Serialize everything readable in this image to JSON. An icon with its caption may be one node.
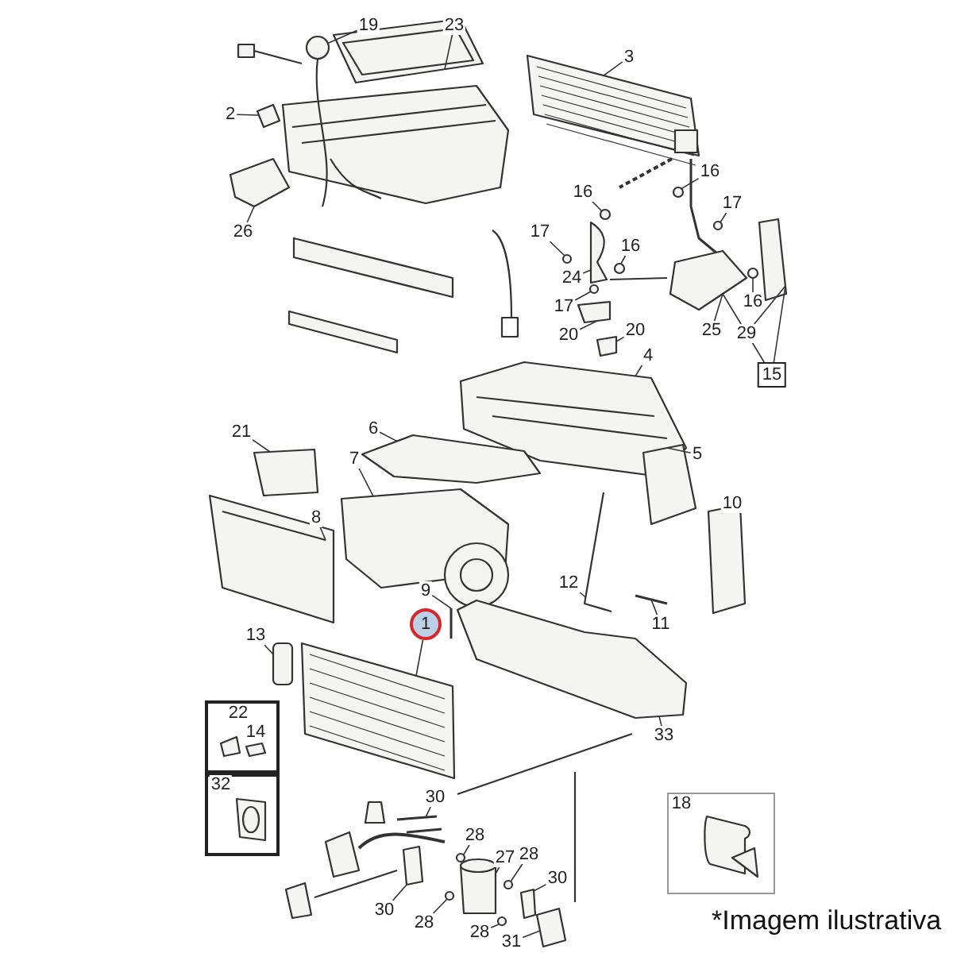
{
  "diagram": {
    "nodes": [
      {
        "text": [
          "19"
        ]
      },
      {
        "text": [
          "23"
        ]
      },
      {
        "text": [
          "3"
        ]
      },
      {
        "text": [
          "2"
        ]
      },
      {
        "text": [
          "16"
        ]
      },
      {
        "text": [
          "26"
        ]
      },
      {
        "text": [
          "16"
        ]
      },
      {
        "text": [
          "17"
        ]
      },
      {
        "text": [
          "17"
        ]
      },
      {
        "text": [
          "16"
        ]
      },
      {
        "text": [
          "24"
        ]
      },
      {
        "text": [
          "16"
        ]
      },
      {
        "text": [
          "17"
        ]
      },
      {
        "text": [
          "25"
        ]
      },
      {
        "text": [
          "20"
        ]
      },
      {
        "text": [
          "20"
        ]
      },
      {
        "text": [
          "29"
        ]
      },
      {
        "text": [
          "4"
        ]
      },
      {
        "text": [
          "15"
        ]
      },
      {
        "text": [
          "21"
        ]
      },
      {
        "text": [
          "6"
        ]
      },
      {
        "text": [
          "7"
        ]
      },
      {
        "text": [
          "5"
        ]
      },
      {
        "text": [
          "10"
        ]
      },
      {
        "text": [
          "8"
        ]
      },
      {
        "text": [
          "12"
        ]
      },
      {
        "text": [
          "9"
        ]
      },
      {
        "text": [
          "1"
        ]
      },
      {
        "text": [
          "11"
        ]
      },
      {
        "text": [
          "13"
        ]
      },
      {
        "text": [],
        "shape": "box"
      },
      {
        "text": [
          "22"
        ],
        "in": 30
      },
      {
        "text": [
          "14"
        ],
        "in": 30
      },
      {
        "text": [
          "33"
        ]
      },
      {
        "text": [],
        "shape": "box"
      },
      {
        "text": [
          "32"
        ],
        "in": 34
      },
      {
        "text": [],
        "shape": "box"
      },
      {
        "text": [
          "18"
        ],
        "in": 36
      },
      {
        "text": [
          "30"
        ]
      },
      {
        "text": [
          "28"
        ]
      },
      {
        "text": [
          "27"
        ]
      },
      {
        "text": [
          "28"
        ]
      },
      {
        "text": [
          "30"
        ]
      },
      {
        "text": [
          "30"
        ]
      },
      {
        "text": [
          "28"
        ]
      },
      {
        "text": [
          "28"
        ]
      },
      {
        "text": [
          "31"
        ]
      },
      {
        "text": [],
        "shape": "circle"
      },
      {
        "text": [],
        "shape": "picture"
      },
      {
        "text": [],
        "shape": "picture"
      },
      {
        "text": [],
        "shape": "box"
      },
      {
        "text": [],
        "shape": "picture"
      },
      {
        "text": [],
        "shape": "picture"
      },
      {
        "text": [],
        "shape": "picture"
      },
      {
        "text": [],
        "shape": "box"
      },
      {
        "text": [],
        "shape": "picture"
      },
      {
        "text": [],
        "shape": "circle"
      },
      {
        "text": [],
        "shape": "circle"
      },
      {
        "text": [],
        "shape": "circle"
      },
      {
        "text": [],
        "shape": "picture"
      },
      {
        "text": [],
        "shape": "box"
      },
      {
        "text": [],
        "shape": "circle"
      },
      {
        "text": [],
        "shape": "circle"
      },
      {
        "text": [],
        "shape": "circle"
      },
      {
        "text": [],
        "shape": "box"
      },
      {
        "text": [],
        "shape": "box"
      },
      {
        "text": [],
        "shape": "circle"
      },
      {
        "text": [],
        "shape": "picture"
      },
      {
        "text": [],
        "shape": "bar"
      },
      {
        "text": [],
        "shape": "picture"
      },
      {
        "text": [],
        "shape": "box"
      },
      {
        "text": [],
        "shape": "box"
      },
      {
        "text": [],
        "shape": "bar"
      },
      {
        "text": [],
        "shape": "picture"
      },
      {
        "text": [],
        "shape": "box"
      },
      {
        "text": [],
        "shape": "box"
      },
      {
        "text": [],
        "shape": "picture"
      },
      {
        "text": [],
        "shape": "box"
      },
      {
        "text": [],
        "shape": "box"
      },
      {
        "text": [],
        "shape": "picture"
      },
      {
        "text": [],
        "shape": "picture"
      },
      {
        "text": [],
        "shape": "picture"
      },
      {
        "text": [],
        "shape": "picture"
      },
      {
        "text": [],
        "shape": "box"
      },
      {
        "text": [],
        "shape": "box"
      },
      {
        "text": [],
        "shape": "picture"
      },
      {
        "text": [],
        "shape": "box"
      },
      {
        "text": [],
        "shape": "box"
      },
      {
        "text": [],
        "shape": "picture"
      },
      {
        "text": [],
        "shape": "picture"
      },
      {
        "text": [],
        "shape": "picture"
      },
      {
        "text": [],
        "shape": "box"
      },
      {
        "text": [],
        "shape": "circle"
      },
      {
        "text": [],
        "shape": "cylinder"
      },
      {
        "text": [],
        "shape": "circle"
      },
      {
        "text": [],
        "shape": "box"
      },
      {
        "text": [],
        "shape": "circle"
      },
      {
        "text": [],
        "shape": "circle"
      },
      {
        "text": [],
        "shape": "box"
      },
      {
        "text": [],
        "shape": "box"
      },
      {
        "text": [],
        "shape": "picture"
      }
    ],
    "edges": [
      {
        "from": 0,
        "to": 47,
        "arrow": "none"
      },
      {
        "from": 1,
        "to": 48,
        "arrow": "none"
      },
      {
        "from": 2,
        "to": 53,
        "arrow": "none"
      },
      {
        "from": 3,
        "to": 50,
        "arrow": "none"
      },
      {
        "from": 4,
        "to": 56,
        "arrow": "none"
      },
      {
        "from": 5,
        "to": 54,
        "arrow": "none"
      },
      {
        "from": 6,
        "to": 57,
        "arrow": "none"
      },
      {
        "from": 7,
        "to": 58,
        "arrow": "none"
      },
      {
        "from": 8,
        "to": 61,
        "arrow": "none"
      },
      {
        "from": 9,
        "to": 62,
        "arrow": "none"
      },
      {
        "from": 10,
        "to": 60,
        "arrow": "none"
      },
      {
        "from": 11,
        "to": 63,
        "arrow": "none"
      },
      {
        "from": 12,
        "to": 66,
        "arrow": "none"
      },
      {
        "from": 13,
        "to": 64,
        "arrow": "none"
      },
      {
        "from": 14,
        "to": 70,
        "arrow": "none"
      },
      {
        "from": 15,
        "to": 71,
        "arrow": "none"
      },
      {
        "from": 16,
        "to": 65,
        "arrow": "none"
      },
      {
        "from": 17,
        "to": 73,
        "arrow": "none"
      },
      {
        "from": 18,
        "to": 64,
        "arrow": "none"
      },
      {
        "from": 18,
        "to": 65,
        "arrow": "none"
      },
      {
        "from": 19,
        "to": 74,
        "arrow": "none"
      },
      {
        "from": 20,
        "to": 75,
        "arrow": "none"
      },
      {
        "from": 21,
        "to": 76,
        "arrow": "none"
      },
      {
        "from": 22,
        "to": 77,
        "arrow": "none"
      },
      {
        "from": 23,
        "to": 78,
        "arrow": "none"
      },
      {
        "from": 24,
        "to": 79,
        "arrow": "none"
      },
      {
        "from": 25,
        "to": 80,
        "arrow": "none"
      },
      {
        "from": 26,
        "to": 82,
        "arrow": "none"
      },
      {
        "from": 27,
        "to": 85,
        "arrow": "none"
      },
      {
        "from": 28,
        "to": 81,
        "arrow": "none"
      },
      {
        "from": 29,
        "to": 84,
        "arrow": "none"
      },
      {
        "from": 33,
        "to": 83,
        "arrow": "none"
      },
      {
        "from": 38,
        "to": 88,
        "arrow": "none"
      },
      {
        "from": 39,
        "to": 92,
        "arrow": "none"
      },
      {
        "from": 40,
        "to": 93,
        "arrow": "none"
      },
      {
        "from": 41,
        "to": 94,
        "arrow": "none"
      },
      {
        "from": 42,
        "to": 95,
        "arrow": "none"
      },
      {
        "from": 43,
        "to": 91,
        "arrow": "none"
      },
      {
        "from": 44,
        "to": 96,
        "arrow": "none"
      },
      {
        "from": 45,
        "to": 97,
        "arrow": "none"
      },
      {
        "from": 46,
        "to": 98,
        "arrow": "none"
      }
    ],
    "labels": [
      "*Imagem ilustrativa"
    ]
  }
}
